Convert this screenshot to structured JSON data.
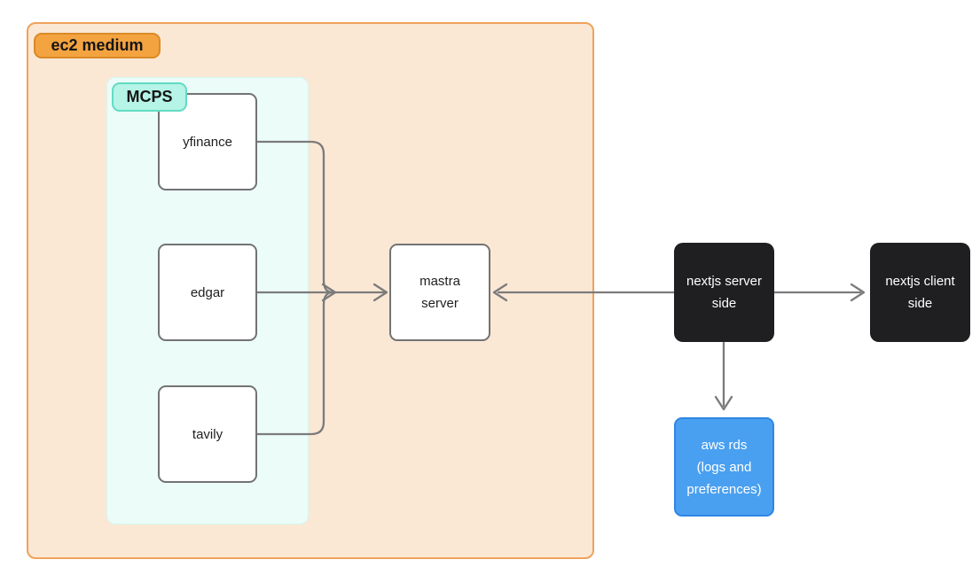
{
  "canvas": {
    "background": "#ffffff"
  },
  "containers": {
    "ec2": {
      "label": "ec2 medium",
      "fill": "#FAE8D5",
      "border": "#EFA25B",
      "badge_fill": "#F3A340",
      "badge_border": "#DB8A26"
    },
    "mcps": {
      "label": "MCPS",
      "fill": "#EBFCF9",
      "border": "#D6F6EF",
      "badge_fill": "#B5F4E6",
      "badge_border": "#63DBC4"
    }
  },
  "nodes": {
    "yfinance": {
      "label": "yfinance",
      "fill": "#ffffff",
      "border": "#737373",
      "text_color": "#1E1E1E"
    },
    "edgar": {
      "label": "edgar",
      "fill": "#ffffff",
      "border": "#737373",
      "text_color": "#1E1E1E"
    },
    "tavily": {
      "label": "tavily",
      "fill": "#ffffff",
      "border": "#737373",
      "text_color": "#1E1E1E"
    },
    "mastra": {
      "label": "mastra\nserver",
      "fill": "#ffffff",
      "border": "#737373",
      "text_color": "#1E1E1E"
    },
    "nextjs_server": {
      "label": "nextjs server\nside",
      "fill": "#1F1F21",
      "text_color": "#ffffff"
    },
    "nextjs_client": {
      "label": "nextjs client\nside",
      "fill": "#1F1F21",
      "text_color": "#ffffff"
    },
    "aws_rds": {
      "label": "aws rds\n(logs and\npreferences)",
      "fill": "#4AA0F0",
      "border": "#2F86E4",
      "text_color": "#ffffff"
    }
  },
  "edges": {
    "color": "#7B7B7B",
    "list": [
      {
        "from": "yfinance",
        "to": "mastra"
      },
      {
        "from": "edgar",
        "to": "mastra"
      },
      {
        "from": "tavily",
        "to": "mastra"
      },
      {
        "from": "nextjs_server",
        "to": "mastra"
      },
      {
        "from": "nextjs_server",
        "to": "nextjs_client"
      },
      {
        "from": "nextjs_server",
        "to": "aws_rds"
      }
    ]
  }
}
